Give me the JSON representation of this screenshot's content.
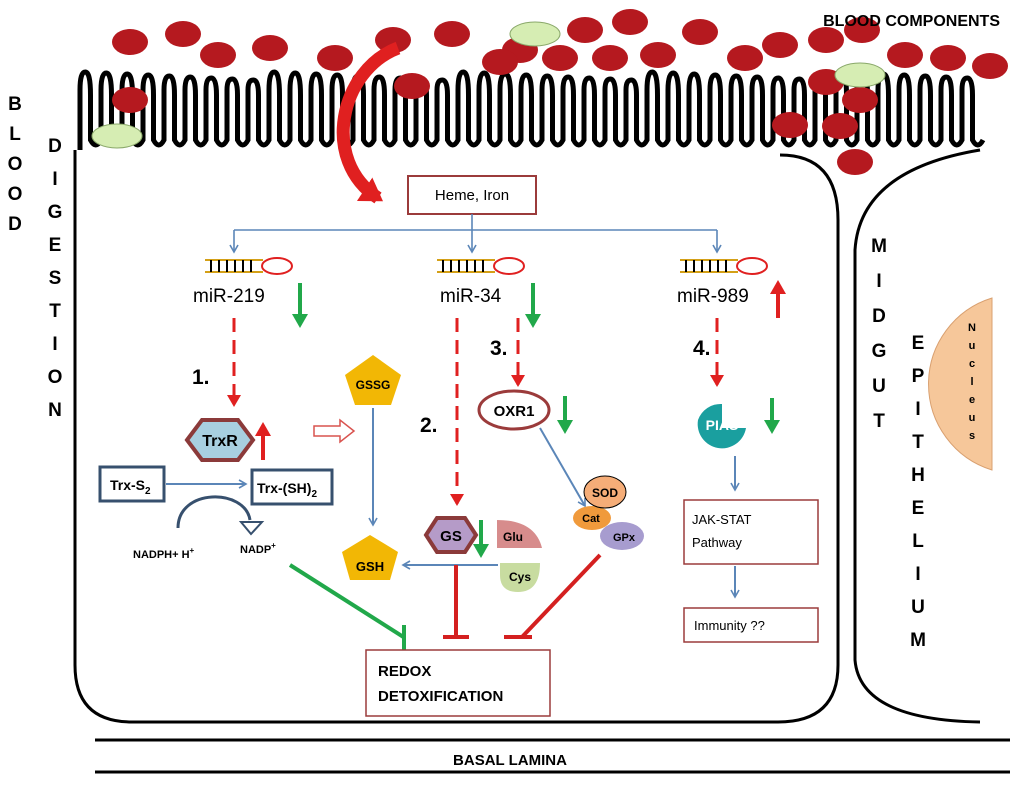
{
  "labels": {
    "blood_components": "BLOOD COMPONENTS",
    "blood_vertical": [
      "B",
      "L",
      "O",
      "O",
      "D"
    ],
    "digestion_vertical": [
      "D",
      "I",
      "G",
      "E",
      "S",
      "T",
      "I",
      "O",
      "N"
    ],
    "midgut_vertical": [
      "M",
      "I",
      "D",
      "G",
      "U",
      "T"
    ],
    "epithelium_vertical": [
      "E",
      "P",
      "I",
      "T",
      "H",
      "E",
      "L",
      "I",
      "U",
      "M"
    ],
    "nucleus_vertical": [
      "N",
      "u",
      "c",
      "l",
      "e",
      "u",
      "s"
    ],
    "basal_lamina": "BASAL LAMINA"
  },
  "boxes": {
    "heme_iron": "Heme, Iron",
    "jak_stat_line1": "JAK-STAT",
    "jak_stat_line2": "Pathway",
    "immunity": "Immunity ??",
    "redox_line1": "REDOX",
    "redox_line2": "DETOXIFICATION"
  },
  "mirnas": {
    "mir219": "miR-219",
    "mir34": "miR-34",
    "mir989": "miR-989"
  },
  "steps": {
    "s1": "1.",
    "s2": "2.",
    "s3": "3.",
    "s4": "4."
  },
  "molecules": {
    "trxr": "TrxR",
    "trx_s2_base": "Trx-S",
    "trx_s2_sub": "2",
    "trx_sh2_base": "Trx-(SH)",
    "trx_sh2_sub": "2",
    "nadph_base": "NADPH+ H",
    "nadph_sup": "+",
    "nadp_base": "NADP",
    "nadp_sup": "+",
    "gssg": "GSSG",
    "gsh": "GSH",
    "gs": "GS",
    "glu": "Glu",
    "cys": "Cys",
    "oxr1": "OXR1",
    "sod": "SOD",
    "cat": "Cat",
    "gpx": "GPx",
    "pias": "PIAS"
  },
  "colors": {
    "rbc": "#b5191f",
    "platelet": "#d6edb3",
    "box_border": "#9b3b3b",
    "blue_arrow": "#5b86b8",
    "red_arrow": "#e02020",
    "green_arrow": "#21a84a",
    "trxr_fill": "#a8cfe0",
    "gold": "#f2b705",
    "gs_fill": "#b59bc8",
    "glu_fill": "#d78c8c",
    "cys_fill": "#c8dca0",
    "sod_fill": "#f5ad78",
    "cat_fill": "#f09a3c",
    "gpx_fill": "#a79ccf",
    "pias_fill": "#1a9f9f",
    "nucleus_fill": "#f6c79a"
  }
}
